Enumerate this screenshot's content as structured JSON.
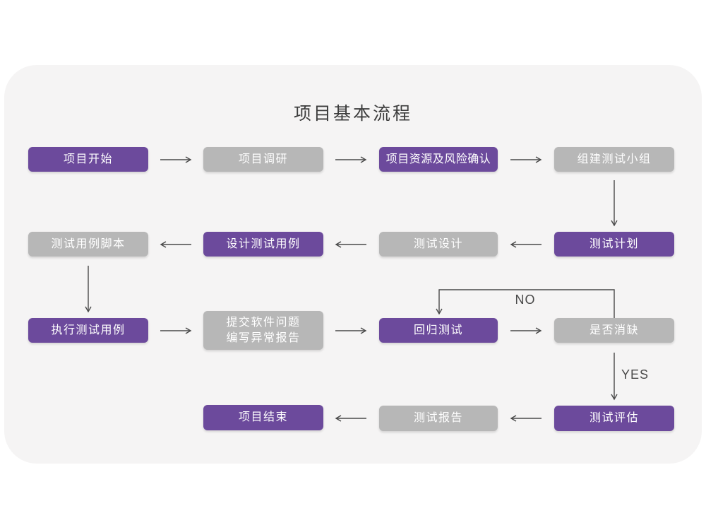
{
  "colors": {
    "background": "#ffffff",
    "card_background": "#f5f4f4",
    "primary": "#6c4a9c",
    "secondary": "#b7b7b7",
    "node_text": "#ffffff",
    "title_text": "#3c3c3c",
    "arrow": "#4a4a4a"
  },
  "title": "项目基本流程",
  "decision_labels": {
    "no": "NO",
    "yes": "YES"
  },
  "nodes": [
    {
      "id": "project-start",
      "label": "项目开始",
      "variant": "purple"
    },
    {
      "id": "project-research",
      "label": "项目调研",
      "variant": "gray"
    },
    {
      "id": "resource-risk-confirm",
      "label": "项目资源及风险确认",
      "variant": "purple"
    },
    {
      "id": "build-test-team",
      "label": "组建测试小组",
      "variant": "gray"
    },
    {
      "id": "test-plan",
      "label": "测试计划",
      "variant": "purple"
    },
    {
      "id": "test-design",
      "label": "测试设计",
      "variant": "gray"
    },
    {
      "id": "design-test-cases",
      "label": "设计测试用例",
      "variant": "purple"
    },
    {
      "id": "test-case-scripts",
      "label": "测试用例脚本",
      "variant": "gray"
    },
    {
      "id": "execute-test-cases",
      "label": "执行测试用例",
      "variant": "purple"
    },
    {
      "id": "submit-issue-report",
      "lines": [
        "提交软件问题",
        "编写异常报告"
      ],
      "variant": "gray"
    },
    {
      "id": "regression-test",
      "label": "回归测试",
      "variant": "purple"
    },
    {
      "id": "defect-resolved",
      "label": "是否消缺",
      "variant": "gray"
    },
    {
      "id": "test-evaluation",
      "label": "测试评估",
      "variant": "purple"
    },
    {
      "id": "test-report",
      "label": "测试报告",
      "variant": "gray"
    },
    {
      "id": "project-end",
      "label": "项目结束",
      "variant": "purple"
    }
  ],
  "edges": [
    {
      "from": "project-start",
      "to": "project-research",
      "direction": "right"
    },
    {
      "from": "project-research",
      "to": "resource-risk-confirm",
      "direction": "right"
    },
    {
      "from": "resource-risk-confirm",
      "to": "build-test-team",
      "direction": "right"
    },
    {
      "from": "build-test-team",
      "to": "test-plan",
      "direction": "down"
    },
    {
      "from": "test-plan",
      "to": "test-design",
      "direction": "left"
    },
    {
      "from": "test-design",
      "to": "design-test-cases",
      "direction": "left"
    },
    {
      "from": "design-test-cases",
      "to": "test-case-scripts",
      "direction": "left"
    },
    {
      "from": "test-case-scripts",
      "to": "execute-test-cases",
      "direction": "down"
    },
    {
      "from": "execute-test-cases",
      "to": "submit-issue-report",
      "direction": "right"
    },
    {
      "from": "submit-issue-report",
      "to": "regression-test",
      "direction": "right"
    },
    {
      "from": "regression-test",
      "to": "defect-resolved",
      "direction": "right"
    },
    {
      "from": "defect-resolved",
      "to": "regression-test",
      "direction": "loop-top",
      "label": "NO"
    },
    {
      "from": "defect-resolved",
      "to": "test-evaluation",
      "direction": "down",
      "label": "YES"
    },
    {
      "from": "test-evaluation",
      "to": "test-report",
      "direction": "left"
    },
    {
      "from": "test-report",
      "to": "project-end",
      "direction": "left"
    }
  ]
}
